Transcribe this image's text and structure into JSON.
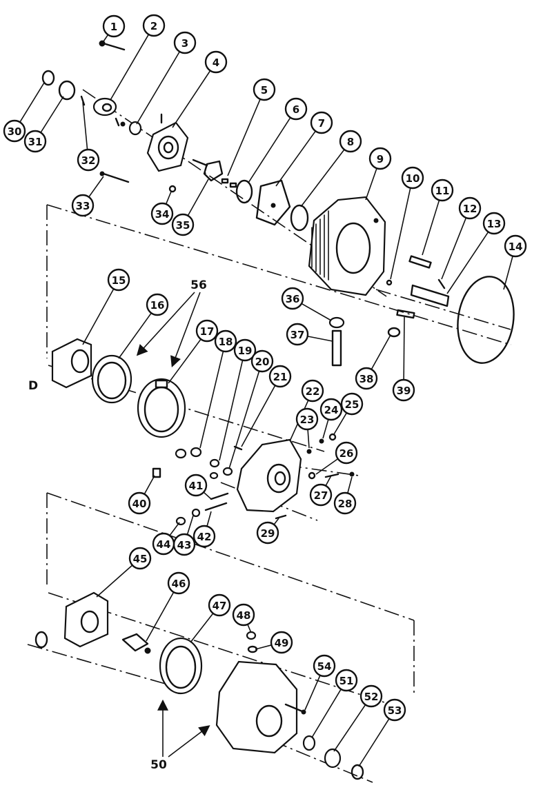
{
  "callouts": [
    {
      "id": "1",
      "text": "1"
    },
    {
      "id": "2",
      "text": "2"
    },
    {
      "id": "3",
      "text": "3"
    },
    {
      "id": "4",
      "text": "4"
    },
    {
      "id": "5",
      "text": "5"
    },
    {
      "id": "6",
      "text": "6"
    },
    {
      "id": "7",
      "text": "7"
    },
    {
      "id": "8",
      "text": "8"
    },
    {
      "id": "9",
      "text": "9"
    },
    {
      "id": "10",
      "text": "10"
    },
    {
      "id": "11",
      "text": "11"
    },
    {
      "id": "12",
      "text": "12"
    },
    {
      "id": "13",
      "text": "13"
    },
    {
      "id": "14",
      "text": "14"
    },
    {
      "id": "15",
      "text": "15"
    },
    {
      "id": "16",
      "text": "16"
    },
    {
      "id": "17",
      "text": "17"
    },
    {
      "id": "18",
      "text": "18"
    },
    {
      "id": "19",
      "text": "19"
    },
    {
      "id": "20",
      "text": "20"
    },
    {
      "id": "21",
      "text": "21"
    },
    {
      "id": "22",
      "text": "22"
    },
    {
      "id": "23",
      "text": "23"
    },
    {
      "id": "24",
      "text": "24"
    },
    {
      "id": "25",
      "text": "25"
    },
    {
      "id": "26",
      "text": "26"
    },
    {
      "id": "27",
      "text": "27"
    },
    {
      "id": "28",
      "text": "28"
    },
    {
      "id": "29",
      "text": "29"
    },
    {
      "id": "30",
      "text": "30"
    },
    {
      "id": "31",
      "text": "31"
    },
    {
      "id": "32",
      "text": "32"
    },
    {
      "id": "33",
      "text": "33"
    },
    {
      "id": "34",
      "text": "34"
    },
    {
      "id": "35",
      "text": "35"
    },
    {
      "id": "36",
      "text": "36"
    },
    {
      "id": "37",
      "text": "37"
    },
    {
      "id": "38",
      "text": "38"
    },
    {
      "id": "39",
      "text": "39"
    },
    {
      "id": "40",
      "text": "40"
    },
    {
      "id": "41",
      "text": "41"
    },
    {
      "id": "42",
      "text": "42"
    },
    {
      "id": "43",
      "text": "43"
    },
    {
      "id": "44",
      "text": "44"
    },
    {
      "id": "45",
      "text": "45"
    },
    {
      "id": "46",
      "text": "46"
    },
    {
      "id": "47",
      "text": "47"
    },
    {
      "id": "48",
      "text": "48"
    },
    {
      "id": "49",
      "text": "49"
    },
    {
      "id": "51",
      "text": "51"
    },
    {
      "id": "52",
      "text": "52"
    },
    {
      "id": "53",
      "text": "53"
    },
    {
      "id": "54",
      "text": "54"
    }
  ],
  "labels": {
    "group_56": "56",
    "group_50": "50"
  },
  "colors": {
    "ink": "#111111",
    "paper": "#ffffff"
  }
}
